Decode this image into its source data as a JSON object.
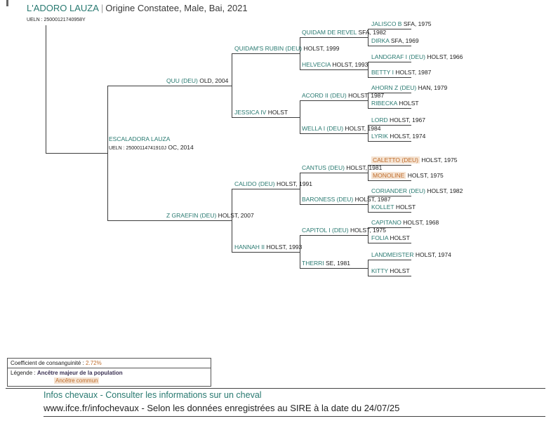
{
  "header": {
    "title_name": "L'ADORO LAUZA",
    "title_sep": "|",
    "title_details": "Origine Constatee, Male, Bai, 2021",
    "ueln": "UELN : 25000121740958Y"
  },
  "pedigree": {
    "root": {
      "name": "ESCALADORA LAUZA",
      "ueln": "UELN : 25000114741910J",
      "ueln_suffix": "OC, 2014",
      "children": [
        {
          "name": "QUU (DEU)",
          "suffix": "OLD, 2004",
          "children": [
            {
              "name": "QUIDAM'S RUBIN (DEU)",
              "suffix": "HOLST, 1999",
              "children": [
                {
                  "name": "QUIDAM DE REVEL",
                  "suffix": "SFA, 1982",
                  "children": [
                    {
                      "name": "JALISCO B",
                      "suffix": "SFA, 1975"
                    },
                    {
                      "name": "DIRKA",
                      "suffix": "SFA, 1969"
                    }
                  ]
                },
                {
                  "name": "HELVECIA",
                  "suffix": "HOLST, 1993",
                  "children": [
                    {
                      "name": "LANDGRAF I (DEU)",
                      "suffix": "HOLST, 1966"
                    },
                    {
                      "name": "BETTY I",
                      "suffix": "HOLST, 1987"
                    }
                  ]
                }
              ]
            },
            {
              "name": "JESSICA IV",
              "suffix": "HOLST",
              "children": [
                {
                  "name": "ACORD II (DEU)",
                  "suffix": "HOLST, 1987",
                  "children": [
                    {
                      "name": "AHORN Z (DEU)",
                      "suffix": "HAN, 1979"
                    },
                    {
                      "name": "RIBECKA",
                      "suffix": "HOLST"
                    }
                  ]
                },
                {
                  "name": "WELLA I (DEU)",
                  "suffix": "HOLST, 1984",
                  "children": [
                    {
                      "name": "LORD",
                      "suffix": "HOLST, 1967"
                    },
                    {
                      "name": "LYRIK",
                      "suffix": "HOLST, 1974"
                    }
                  ]
                }
              ]
            }
          ]
        },
        {
          "name": "Z GRAEFIN (DEU)",
          "suffix": "HOLST, 2007",
          "children": [
            {
              "name": "CALIDO (DEU)",
              "suffix": "HOLST, 1991",
              "children": [
                {
                  "name": "CANTUS (DEU)",
                  "suffix": "HOLST, 1981",
                  "children": [
                    {
                      "name": "CALETTO (DEU)",
                      "suffix": "HOLST, 1975",
                      "highlight": true
                    },
                    {
                      "name": "MONOLINE",
                      "suffix": "HOLST, 1975",
                      "highlight": true
                    }
                  ]
                },
                {
                  "name": "BARONESS (DEU)",
                  "suffix": "HOLST, 1987",
                  "children": [
                    {
                      "name": "CORIANDER (DEU)",
                      "suffix": "HOLST, 1982"
                    },
                    {
                      "name": "KOLLET",
                      "suffix": "HOLST"
                    }
                  ]
                }
              ]
            },
            {
              "name": "HANNAH II",
              "suffix": "HOLST, 1993",
              "children": [
                {
                  "name": "CAPITOL I (DEU)",
                  "suffix": "HOLST, 1975",
                  "children": [
                    {
                      "name": "CAPITANO",
                      "suffix": "HOLST, 1968"
                    },
                    {
                      "name": "FOLIA",
                      "suffix": "HOLST"
                    }
                  ]
                },
                {
                  "name": "THERRI",
                  "suffix": "SE, 1981",
                  "children": [
                    {
                      "name": "LANDMEISTER",
                      "suffix": "HOLST, 1974"
                    },
                    {
                      "name": "KITTY",
                      "suffix": "HOLST"
                    }
                  ]
                }
              ]
            }
          ]
        }
      ]
    }
  },
  "legend": {
    "coefficient_label": "Coefficient de consanguinité :",
    "coefficient_value": "2.72%",
    "legende_label": "Légende :",
    "majeur_label": "Ancêtre majeur de la population",
    "commun_label": "Ancêtre commun"
  },
  "footer": {
    "line1": "Infos chevaux - Consulter les informations sur un cheval",
    "line2": "www.ifce.fr/infochevaux - Selon les données enregistrées au SIRE à la date du 24/07/25"
  },
  "colors": {
    "teal": "#287970",
    "orange": "#bf6d2d",
    "highlight_bg": "#f5e3d2",
    "majeur": "#3a3153",
    "line": "#3c3c3c"
  }
}
